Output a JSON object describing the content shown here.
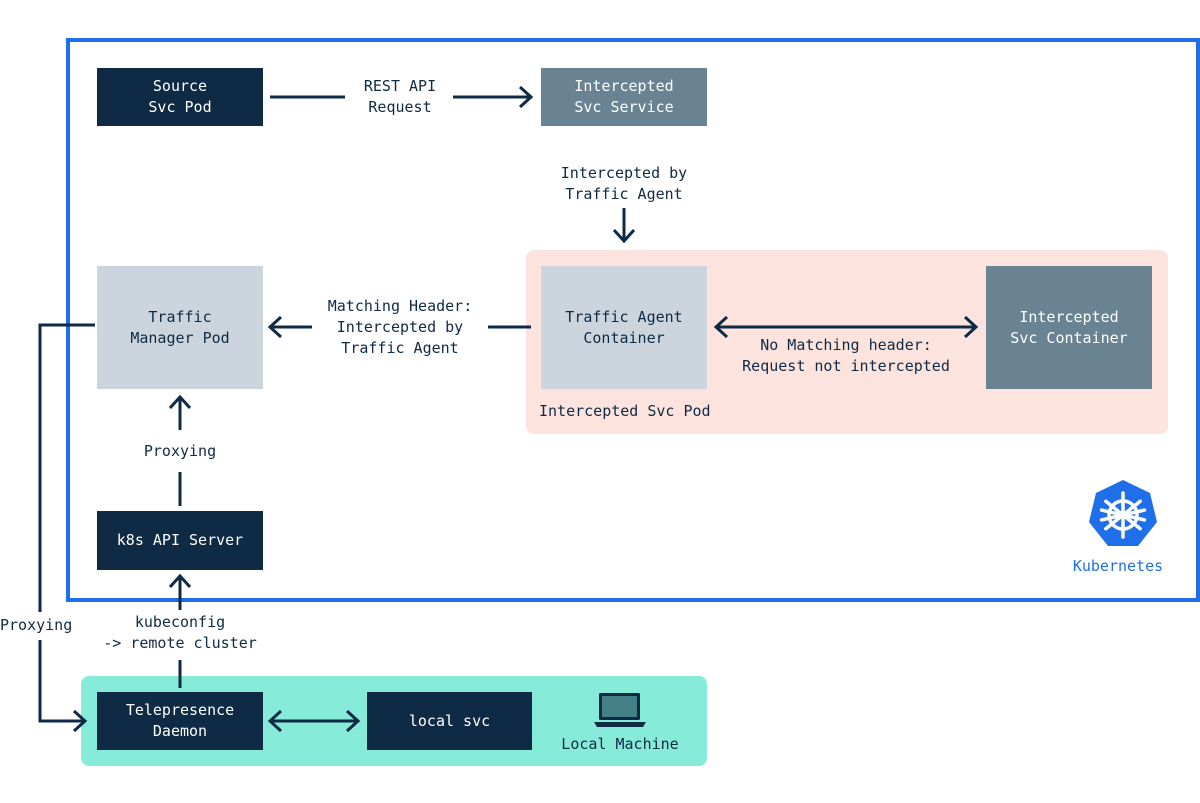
{
  "nodes": {
    "source_pod": "Source\nSvc Pod",
    "intercepted_service": "Intercepted\nSvc Service",
    "traffic_manager": "Traffic\nManager Pod",
    "traffic_agent": "Traffic Agent\nContainer",
    "intercepted_container": "Intercepted\nSvc Container",
    "k8s_api": "k8s API Server",
    "telepresence": "Telepresence\nDaemon",
    "local_svc": "local svc"
  },
  "edges": {
    "rest_api": "REST API\nRequest",
    "intercepted_by_agent": "Intercepted by\nTraffic Agent",
    "matching_header": "Matching Header:\nIntercepted by\nTraffic Agent",
    "no_matching": "No Matching header:\nRequest not intercepted",
    "proxying_inner": "Proxying",
    "kubeconfig": "kubeconfig\n-> remote cluster",
    "proxying_outer": "Proxying"
  },
  "groups": {
    "intercepted_pod": "Intercepted Svc Pod",
    "local_machine": "Local Machine",
    "kubernetes": "Kubernetes"
  },
  "icons": {
    "kubernetes_logo": "kubernetes-helm-wheel-icon",
    "laptop": "laptop-icon"
  },
  "colors": {
    "frame_blue": "#1f6feb",
    "dark_box": "#0f2a44",
    "slate_box": "#6a8393",
    "light_box": "#ccd5dd",
    "pod_pink": "#fde3de",
    "local_teal": "#86ebd9"
  }
}
